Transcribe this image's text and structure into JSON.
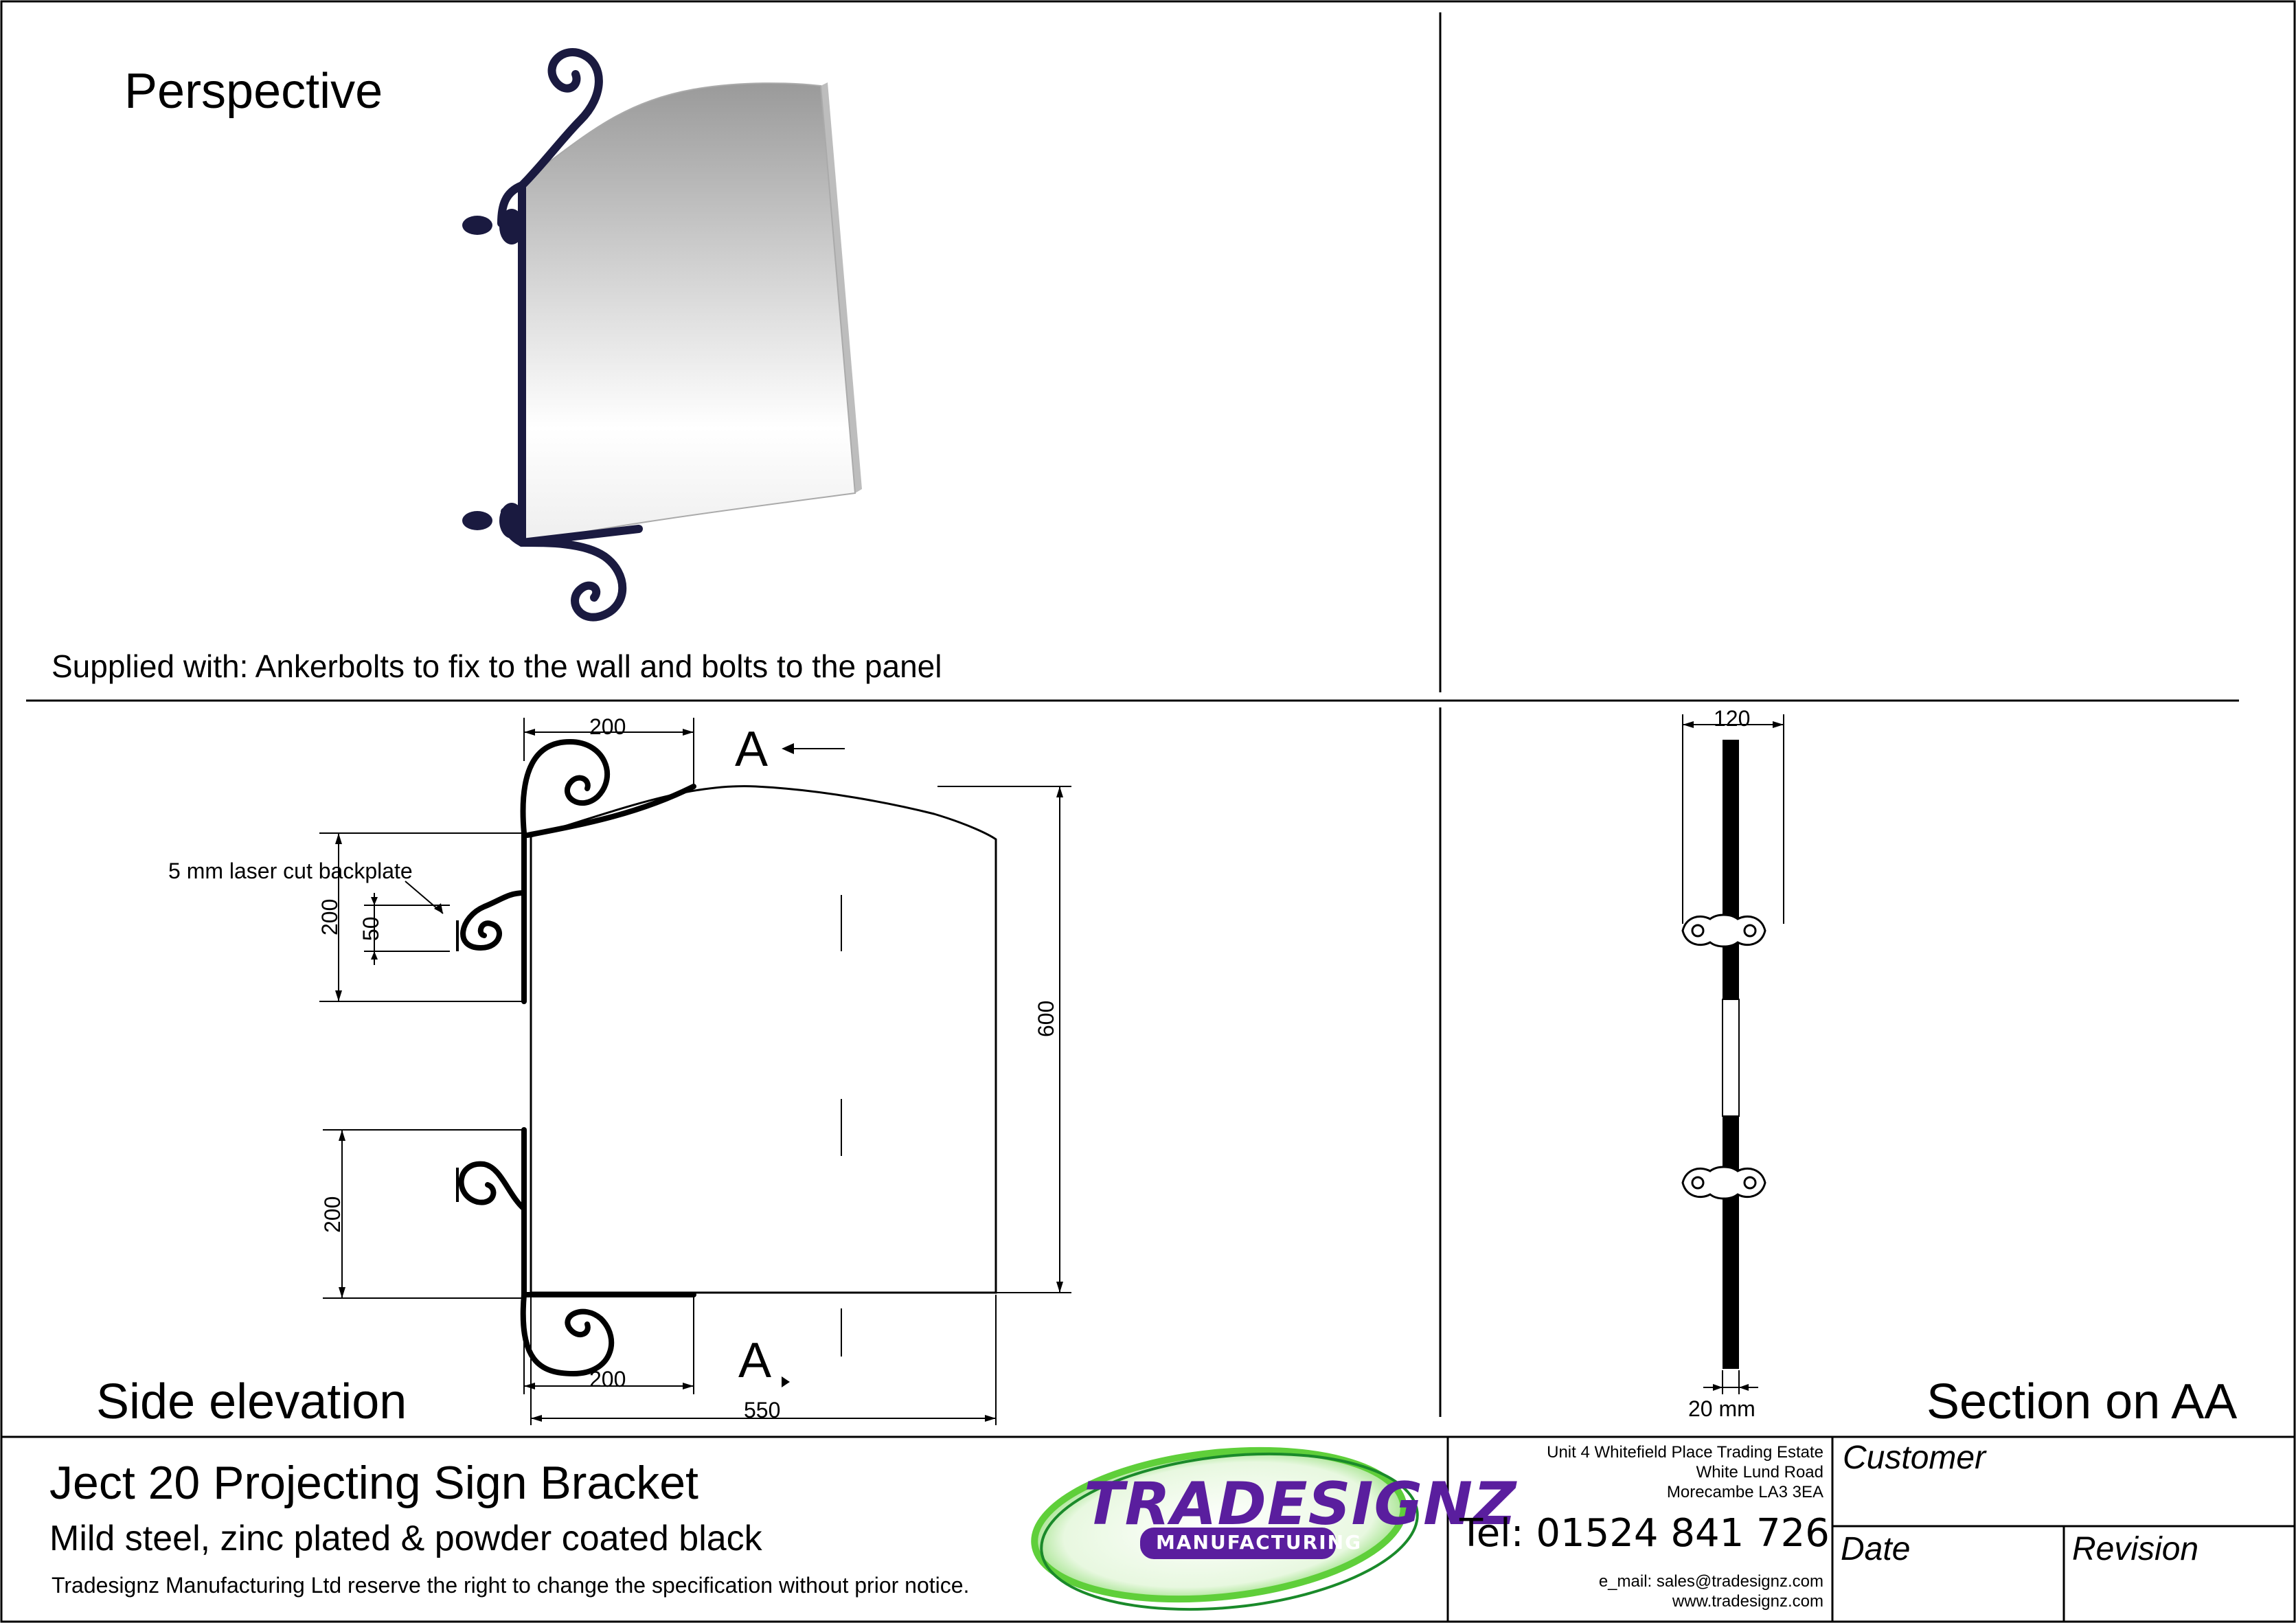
{
  "views": {
    "perspective_title": "Perspective",
    "side_elevation_title": "Side elevation",
    "section_title": "Section on AA"
  },
  "perspective": {
    "supplied_note": "Supplied with: Ankerbolts to fix to the wall and  bolts to  the panel"
  },
  "side_elevation": {
    "dim_bracket_top": "200",
    "dim_bracket_bottom": "200",
    "dim_panel_width": "550",
    "dim_panel_height": "600",
    "dim_upper_plate": "200",
    "dim_lower_plate": "200",
    "dim_bolt_spacing": "50",
    "backplate_note": "5 mm laser cut backplate",
    "section_marker_top": "A",
    "section_marker_bottom": "A"
  },
  "section_aa": {
    "dim_width": "120",
    "dim_thickness": "20 mm"
  },
  "title_block": {
    "product_title": "Ject 20 Projecting Sign Bracket",
    "material": "Mild steel, zinc plated & powder coated black",
    "disclaimer": "Tradesignz Manufacturing Ltd reserve the right to change the specification without prior notice.",
    "logo_text": "TRADESIGNZ",
    "logo_subtext": "MANUFACTURING",
    "address_line1": "Unit 4 Whitefield Place Trading Estate",
    "address_line2": "White Lund Road",
    "address_line3": "Morecambe LA3 3EA",
    "tel": "Tel: 01524 841 726",
    "email": "e_mail: sales@tradesignz.com",
    "website": "www.tradesignz.com",
    "customer_label": "Customer",
    "date_label": "Date",
    "revision_label": "Revision"
  },
  "colors": {
    "ink": "#000000",
    "logo_purple": "#5a1e9e",
    "logo_green": "#5fcf3a"
  }
}
